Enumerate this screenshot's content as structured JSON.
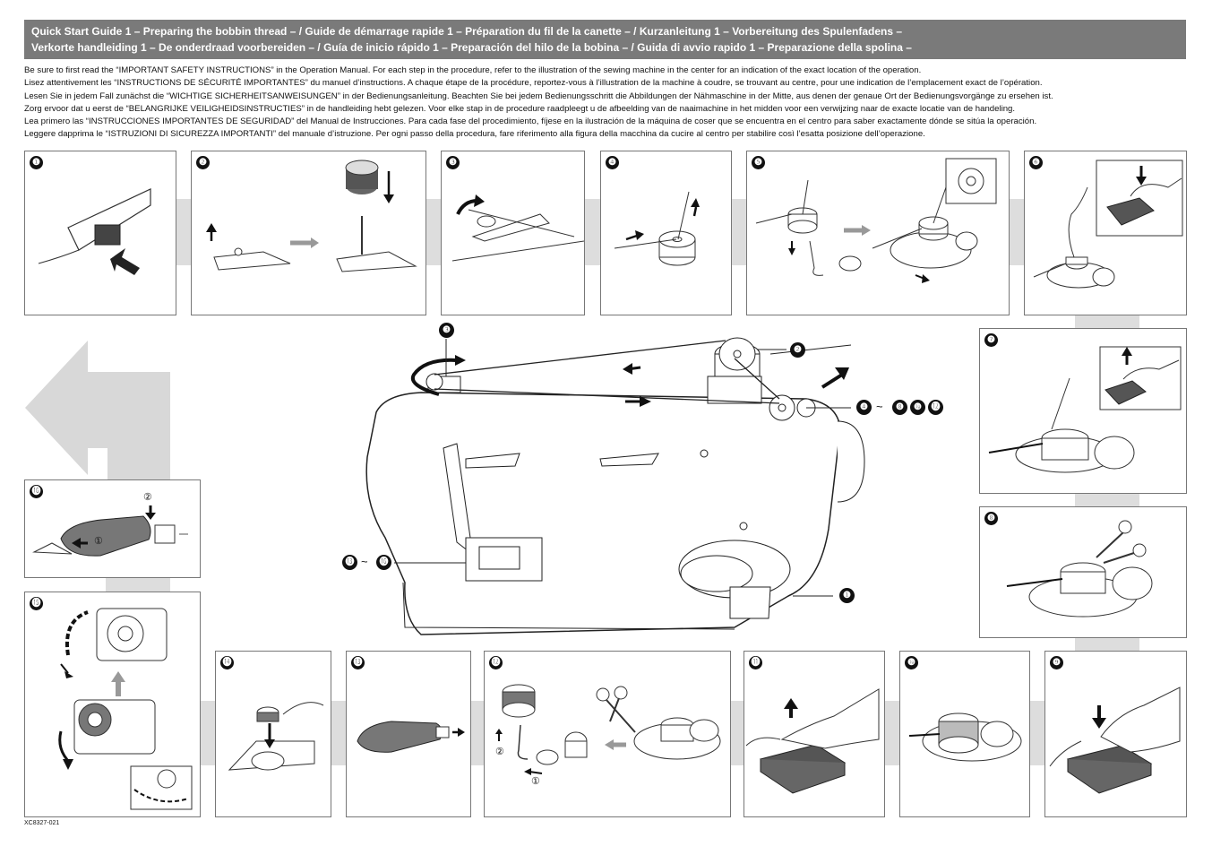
{
  "header": {
    "line1": "Quick Start Guide 1  – Preparing the bobbin thread – / Guide de démarrage rapide 1  – Préparation du fil de la canette – / Kurzanleitung 1 – Vorbereitung des Spulenfadens –",
    "line2": "Verkorte handleiding 1 – De onderdraad voorbereiden – / Guía de inicio rápido 1  – Preparación del hilo de la bobina – / Guida di avvio rapido 1  – Preparazione della spolina –"
  },
  "intro": [
    "Be sure to first read the “IMPORTANT SAFETY INSTRUCTIONS” in the Operation Manual. For each step in the procedure, refer to the illustration of the sewing machine in the center for an indication of the exact location of the operation.",
    "Lisez attentivement les “INSTRUCTIONS DE SÉCURITÉ IMPORTANTES” du manuel d’instructions. A chaque étape de la procédure, reportez-vous à l’illustration de la machine à coudre, se trouvant au centre, pour une indication de l’emplacement exact de l’opération.",
    "Lesen Sie in jedem Fall zunächst die “WICHTIGE SICHERHEITSANWEISUNGEN” in der Bedienungsanleitung. Beachten Sie bei jedem Bedienungsschritt die Abbildungen der Nähmaschine in der Mitte, aus denen der genaue Ort der Bedienungsvorgänge zu ersehen ist.",
    "Zorg ervoor dat u eerst de “BELANGRIJKE VEILIGHEIDSINSTRUCTIES” in de handleiding hebt gelezen. Voor elke stap in de procedure raadpleegt u de afbeelding van de naaimachine in het midden voor een verwijzing naar de exacte locatie van de handeling.",
    "Lea primero las “INSTRUCCIONES IMPORTANTES DE SEGURIDAD” del Manual de Instrucciones. Para cada fase del procedimiento, fíjese en la ilustración de la máquina de coser que se encuentra en el centro para saber exactamente dónde se sitúa la operación.",
    "Leggere dapprima le “ISTRUZIONI DI SICUREZZA IMPORTANTI” del manuale d’istruzione. Per ogni passo della procedura, fare riferimento alla figura della macchina da cucire al centro per stabilire così l’esatta posizione dell’operazione."
  ],
  "steps": {
    "s1": "❶",
    "s2": "❷",
    "s3": "❸",
    "s4": "❹",
    "s5": "❺",
    "s6": "❻",
    "s7": "❼",
    "s8": "❽",
    "s9": "❾",
    "s10": "❿",
    "s11": "⓫",
    "s12": "⓬",
    "s13": "⓭",
    "s14": "⓮",
    "s15": "⓯",
    "s16": "⓰"
  },
  "callouts": {
    "c3": "❸",
    "c2": "❷",
    "c4": "❹",
    "tilde": "~",
    "c8": "❽",
    "c10": "❿",
    "c12": "⓬",
    "c13": "⓭",
    "c16": "⓰",
    "c1": "❶"
  },
  "sub_labels": {
    "one": "①",
    "two": "②"
  },
  "footer": {
    "code": "XC8327-021"
  },
  "colors": {
    "header_bg": "#7a7a7a",
    "panel_border": "#777777",
    "band": "#dddddd",
    "arrow_fill": "#d8d8d8"
  }
}
